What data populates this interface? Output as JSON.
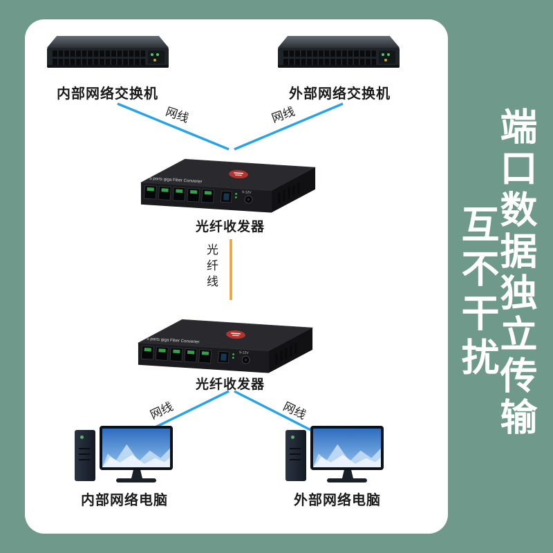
{
  "colors": {
    "background": "#6F9A8B",
    "card": "#FFFFFF",
    "lan_cable": "#29A3E8",
    "fiber_cable": "#F59C2F",
    "label_text": "#1A1A1A",
    "side_text": "#FFFFFF"
  },
  "side_slogan": {
    "primary": "端口数据独立传输",
    "secondary": "互不干扰"
  },
  "nodes": {
    "switch_left": "内部网络交换机",
    "switch_right": "外部网络交换机",
    "converter_top": "光纤收发器",
    "converter_bottom": "光纤收发器",
    "pc_left": "内部网络电脑",
    "pc_right": "外部网络电脑"
  },
  "cables": {
    "lan_top_left": "网线",
    "lan_top_right": "网线",
    "fiber": "光纤线",
    "lan_bottom_left": "网线",
    "lan_bottom_right": "网线"
  },
  "device_print": {
    "converter_model": "5 ports giga Fiber Converter",
    "power_label": "5-12V"
  }
}
